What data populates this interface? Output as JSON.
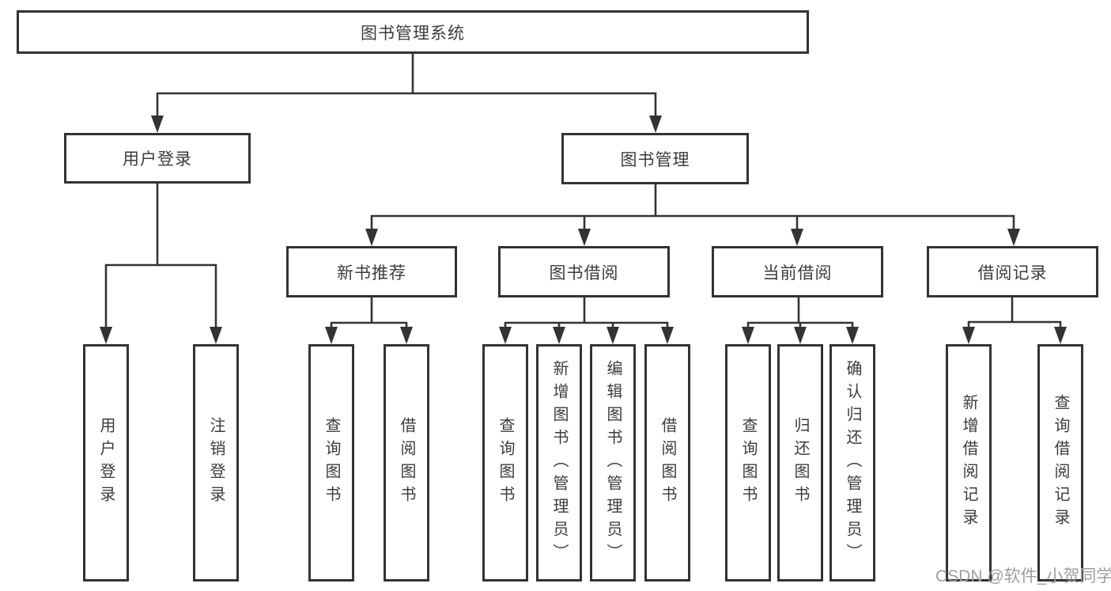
{
  "diagram": {
    "root": {
      "label": "图书管理系统"
    },
    "level2": {
      "user_login": {
        "label": "用户登录"
      },
      "book_mgmt": {
        "label": "图书管理"
      }
    },
    "level3": {
      "new_book": {
        "label": "新书推荐"
      },
      "book_borrow": {
        "label": "图书借阅"
      },
      "current_borrow": {
        "label": "当前借阅"
      },
      "borrow_records": {
        "label": "借阅记录"
      }
    },
    "leaves": {
      "user_login": [
        "用户登录",
        "注销登录"
      ],
      "new_book": [
        "查询图书",
        "借阅图书"
      ],
      "book_borrow": [
        "查询图书",
        "新增图书（管理员）",
        "编辑图书（管理员）",
        "借阅图书"
      ],
      "current_borrow": [
        "查询图书",
        "归还图书",
        "确认归还（管理员）"
      ],
      "borrow_records": [
        "新增借阅记录",
        "查询借阅记录"
      ]
    }
  },
  "watermark": "CSDN @软件_小贺同学",
  "colors": {
    "line": "#333333",
    "text": "#3c3c3c",
    "box_background": "#ffffff",
    "page_background": "#ffffff",
    "watermark": "#9e9e9e"
  }
}
